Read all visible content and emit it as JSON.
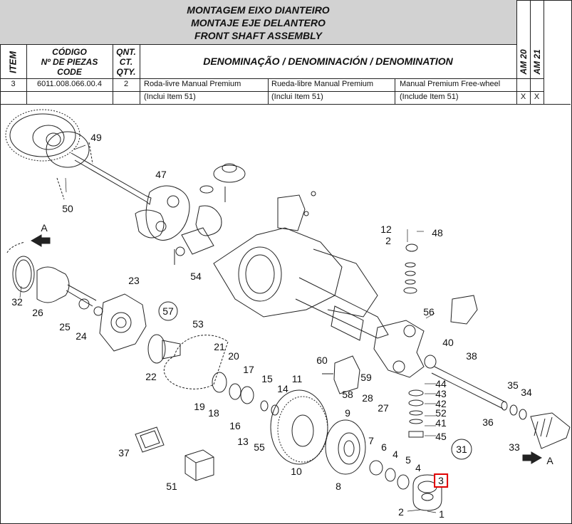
{
  "header": {
    "title_pt": "MONTAGEM EIXO DIANTEIRO",
    "title_es": "MONTAJE EJE DELANTERO",
    "title_en": "FRONT SHAFT ASSEMBLY"
  },
  "columns": {
    "item": "ITEM",
    "code_1": "CÓDIGO",
    "code_2": "Nº DE PIEZAS",
    "code_3": "CODE",
    "qty_1": "QNT.",
    "qty_2": "CT.",
    "qty_3": "QTY.",
    "denomination": "DENOMINAÇÃO / DENOMINACIÓN / DENOMINATION",
    "am20": "AM 20",
    "am21": "AM 21"
  },
  "row": {
    "item": "3",
    "code": "6011.008.066.00.4",
    "qty": "2",
    "pt": "Roda-livre Manual Premium",
    "es": "Rueda-libre Manual Premium",
    "en": "Manual Premium Free-wheel",
    "pt_note": "(Inclui Item 51)",
    "es_note": "(Inclui Item 51)",
    "en_note": "(Include Item 51)",
    "am20": "X",
    "am21": "X"
  },
  "diagram_labels": {
    "n49": "49",
    "n50": "50",
    "n47": "47",
    "n54": "54",
    "nA_left": "A",
    "n32": "32",
    "n26": "26",
    "n25": "25",
    "n24": "24",
    "n23": "23",
    "n57": "57",
    "n22": "22",
    "n53": "53",
    "n21": "21",
    "n20": "20",
    "n19": "19",
    "n18": "18",
    "n17": "17",
    "n15": "15",
    "n14": "14",
    "n16": "16",
    "n13": "13",
    "n55": "55",
    "n11": "11",
    "n37": "37",
    "n51": "51",
    "n10": "10",
    "n9": "9",
    "n8": "8",
    "n7": "7",
    "n6": "6",
    "n5": "5",
    "n4": "4",
    "n3": "3",
    "n2_bottom": "2",
    "n1": "1",
    "n60": "60",
    "n58": "58",
    "n59": "59",
    "n28": "28",
    "n27": "27",
    "n12": "12",
    "n48": "48",
    "n2_top": "2",
    "n56": "56",
    "n40": "40",
    "n44": "44",
    "n43": "43",
    "n42": "42",
    "n52": "52",
    "n41": "41",
    "n45": "45",
    "n38": "38",
    "n35": "35",
    "n34": "34",
    "n36": "36",
    "n33": "33",
    "n31": "31",
    "nA_right": "A"
  }
}
